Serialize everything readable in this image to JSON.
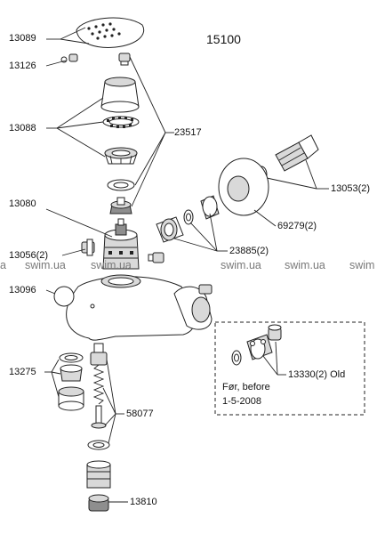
{
  "diagram": {
    "title": "15100",
    "labels": {
      "p13089": "13089",
      "p13126": "13126",
      "p13088": "13088",
      "p23517": "23517",
      "p13080": "13080",
      "p13053": "13053(2)",
      "p69279": "69279(2)",
      "p23885": "23885(2)",
      "p13056": "13056(2)",
      "p13096": "13096",
      "p13275": "13275",
      "p58077": "58077",
      "p13810": "13810",
      "p13330": "13330(2) Old"
    },
    "inset_note_line1": "Før, before",
    "inset_note_line2": "1-5-2008",
    "watermark": [
      "a",
      "swim.ua",
      "swim.ua",
      "swim.ua",
      "swim.ua",
      "swim"
    ]
  }
}
